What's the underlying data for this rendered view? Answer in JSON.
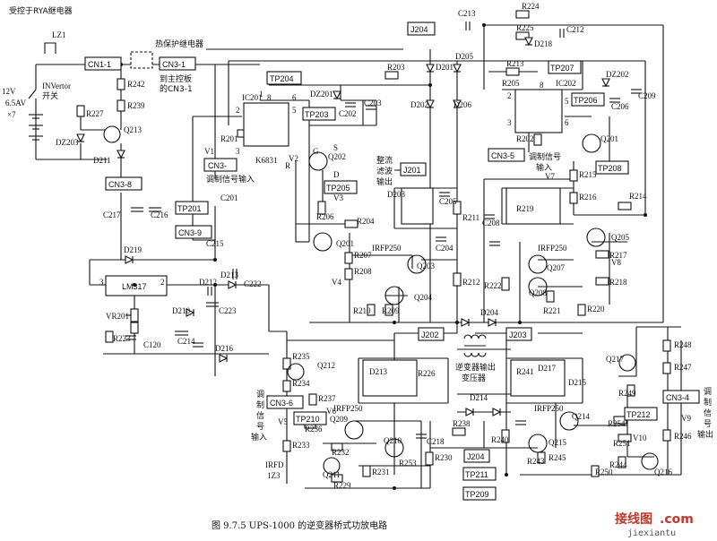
{
  "caption": "图 9.7.5  UPS-1000 的逆变器桥式功放电路",
  "watermark": {
    "brand": "接线图",
    "domain": ".com",
    "site": "jiexiantu"
  },
  "colors": {
    "ink": "#111111",
    "watermark_red": "#c0392b"
  },
  "annotations": {
    "relay_control": "受控于RYA继电器",
    "thermal_relay": "热保护继电器",
    "to_main_board_1": "到主控板",
    "to_main_board_2": "的CN3-1",
    "battery_v": "12V",
    "battery_a": "6.5AV",
    "battery_n": "×7",
    "inverter_sw_1": "INVertor",
    "inverter_sw_2": "开关",
    "mod_in_a": "调制信号输入",
    "rect_filter_1": "整流",
    "rect_filter_2": "滤波",
    "rect_filter_3": "输出",
    "mod_in_b1": "调制信号",
    "mod_in_b2": "输入",
    "mod_in_c1": "调",
    "mod_in_c2": "制",
    "mod_in_c3": "信",
    "mod_in_c4": "号",
    "mod_in_c5": "输入",
    "inv_out_tx_1": "逆变器输出",
    "inv_out_tx_2": "变压器",
    "mod_out_1": "调",
    "mod_out_2": "制",
    "mod_out_3": "信",
    "mod_out_4": "号",
    "mod_out_5": "输出"
  },
  "connectors": {
    "cn1_1": "CN1-1",
    "cn3_1": "CN3-1",
    "cn3_a": "CN3-",
    "cn3_8": "CN3-8",
    "cn3_9": "CN3-9",
    "cn3_5": "CN3-5",
    "cn3_6": "CN3-6",
    "cn3_4": "CN3-4",
    "j204_top": "J204",
    "j201": "J201",
    "j202": "J202",
    "j203": "J203",
    "j204_bot": "J204"
  },
  "test_points": {
    "tp204": "TP204",
    "tp203": "TP203",
    "tp205": "TP205",
    "tp201": "TP201",
    "tp207": "TP207",
    "tp206": "TP206",
    "tp208": "TP208",
    "tp210": "TP210",
    "tp212": "TP212",
    "tp211": "TP211",
    "tp209": "TP209"
  },
  "ics": {
    "lm317": "LM317",
    "ic201": "IC201",
    "ic202": "IC202",
    "k6831": "K6831"
  },
  "transistors": {
    "irfp250_a": "IRFP250",
    "irfp250_b": "IRFP250",
    "irfp250_c": "IRFP250",
    "irfp250_d": "IRFP250",
    "irfd": "IRFD",
    "irfd_num": "1Z3",
    "q213": "Q213",
    "q202": "Q202",
    "q201": "Q201",
    "q203": "Q203",
    "q204": "Q204",
    "q201b": "Q201",
    "q205": "Q205",
    "q207": "Q207",
    "q208": "Q208",
    "q212": "Q212",
    "q209": "Q209",
    "q210": "Q210",
    "q211": "Q211",
    "q214": "Q214",
    "q215": "Q215",
    "q216": "Q216",
    "q217": "Q217"
  },
  "resistors": {
    "r242": "R242",
    "r239": "R239",
    "r227": "R227",
    "r201": "R201",
    "r203": "R203",
    "r213": "R213",
    "r224": "R224",
    "r225": "R225",
    "r202": "R202",
    "r215": "R215",
    "r216": "R216",
    "r214": "R214",
    "r206": "R206",
    "r204": "R204",
    "r211": "R211",
    "r212": "R212",
    "r207": "R207",
    "r208": "R208",
    "r209": "R209",
    "r210": "R210",
    "r219": "R219",
    "r217": "R217",
    "r218": "R218",
    "r222": "R222",
    "r221": "R221",
    "r220": "R220",
    "r223": "R223",
    "r235": "R235",
    "r234": "R234",
    "r237": "R237",
    "r236": "R236",
    "r233": "R233",
    "r232": "R232",
    "r229": "R229",
    "r231": "R231",
    "r230": "R230",
    "r226": "R226",
    "r238": "R238",
    "r240": "R240",
    "r241": "R241",
    "r243": "R243",
    "r244": "R244",
    "r245": "R245",
    "r246": "R246",
    "r247": "R247",
    "r248": "R248",
    "r249": "R249",
    "r250": "R250",
    "r251": "R251",
    "r254": "R254",
    "r253": "R253",
    "r205": "R205",
    "r": "R"
  },
  "capacitors": {
    "c213": "C213",
    "c212": "C212",
    "c202": "C202",
    "c203": "C203",
    "c209": "C209",
    "c206": "C206",
    "c201": "C201",
    "c205": "C205",
    "c208": "C208",
    "c204": "C204",
    "c217": "C217",
    "c216": "C216",
    "c215": "C215",
    "c222": "C222",
    "c223": "C223",
    "c214": "C214",
    "c120": "C120",
    "c218": "C218"
  },
  "diodes": {
    "dz203": "DZ203",
    "d211": "D211",
    "dz201": "DZ201",
    "dz202": "DZ202",
    "d201": "D201",
    "d202": "D202",
    "d205": "D205",
    "d206": "D206",
    "d218": "D218",
    "d203": "D203",
    "d219": "D219",
    "d213": "D213",
    "d212": "D212",
    "d210": "D210",
    "d216": "D216",
    "d204": "D204",
    "d214": "D214",
    "d215": "D215",
    "d217": "D217",
    "d213b": "D213",
    "vr201": "VR201"
  },
  "nodes": {
    "v1": "V1",
    "v2": "V2",
    "v3": "V3",
    "v4": "V4",
    "v5": "V5",
    "v6": "V6",
    "v7": "V7",
    "v8": "V8",
    "v9": "V9",
    "v10": "V10",
    "lz1": "LZ1",
    "pin_1": "1",
    "pin_2": "2",
    "pin_3": "3",
    "pin_5": "5",
    "pin_6": "6",
    "pin_8": "8",
    "pin_2b": "2",
    "pin_3b": "3",
    "pin_5b": "5",
    "pin_6b": "6",
    "pin_8b": "8",
    "pin_2c": "2",
    "pin_3c": "3",
    "g": "G",
    "s": "S",
    "d": "D"
  }
}
